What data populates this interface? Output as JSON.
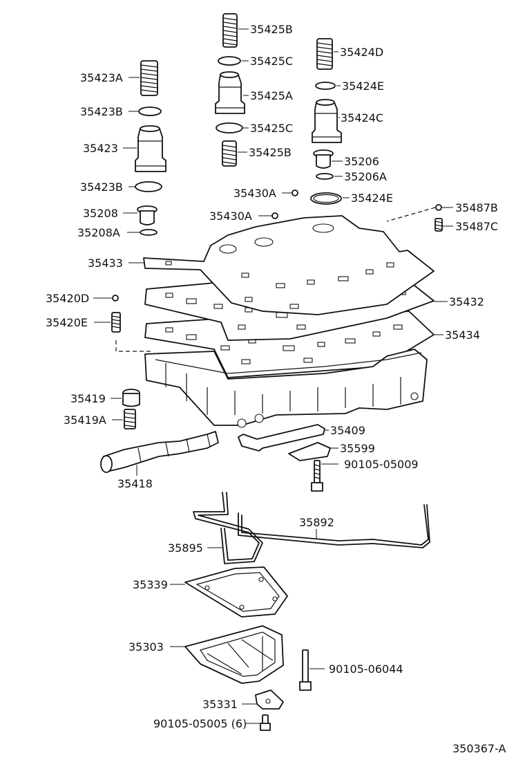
{
  "diagram_id": "350367-A",
  "labels": {
    "l_35425B_top": "35425B",
    "l_35425C_top": "35425C",
    "l_35425A": "35425A",
    "l_35425C_bot": "35425C",
    "l_35425B_bot": "35425B",
    "l_35424D": "35424D",
    "l_35424E_top": "35424E",
    "l_35424C": "35424C",
    "l_35206": "35206",
    "l_35206A": "35206A",
    "l_35424E_bot": "35424E",
    "l_35423A": "35423A",
    "l_35423B_top": "35423B",
    "l_35423": "35423",
    "l_35423B_bot": "35423B",
    "l_35208": "35208",
    "l_35208A": "35208A",
    "l_35430A_top": "35430A",
    "l_35430A_bot": "35430A",
    "l_35487B": "35487B",
    "l_35487C": "35487C",
    "l_35433": "35433",
    "l_35432": "35432",
    "l_35420D": "35420D",
    "l_35420E": "35420E",
    "l_35434": "35434",
    "l_35419": "35419",
    "l_35419A": "35419A",
    "l_35409": "35409",
    "l_35599": "35599",
    "l_90105_05009": "90105-05009",
    "l_35418": "35418",
    "l_35892": "35892",
    "l_35895": "35895",
    "l_35339": "35339",
    "l_35303": "35303",
    "l_90105_06044": "90105-06044",
    "l_35331": "35331",
    "l_90105_05005": "90105-05005 (6)"
  }
}
